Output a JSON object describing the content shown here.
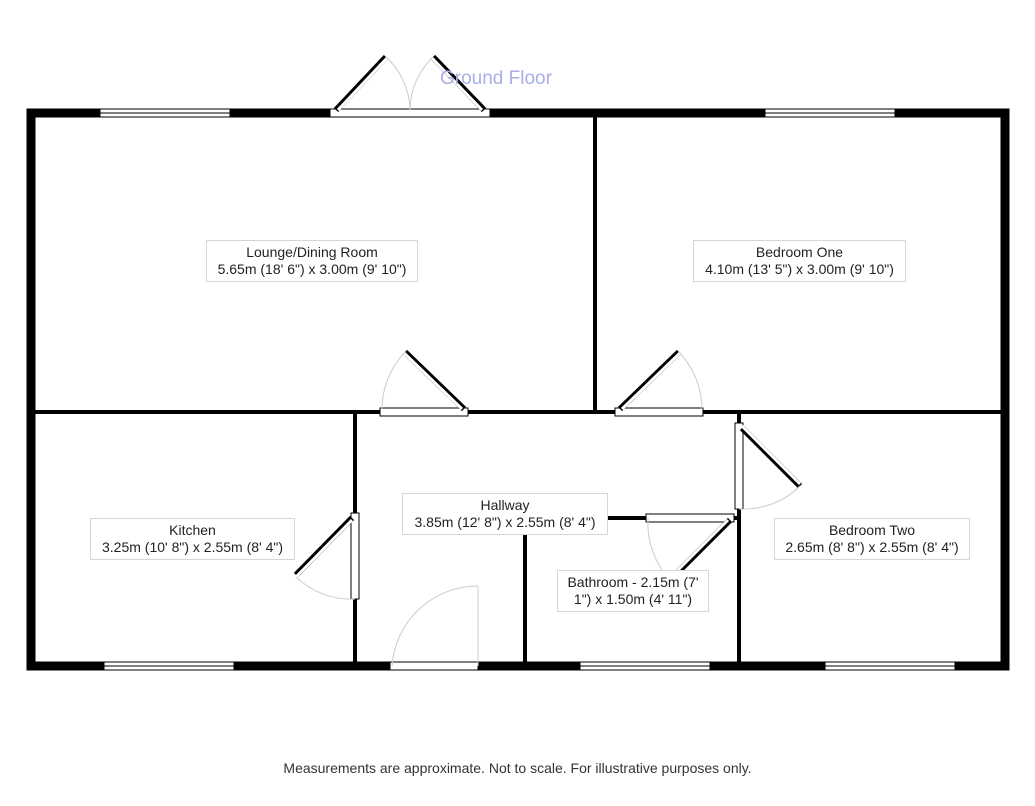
{
  "title": "Ground Floor",
  "rooms": {
    "lounge": {
      "name": "Lounge/Dining Room",
      "size": "5.65m (18' 6\") x 3.00m (9' 10\")"
    },
    "bedroom_one": {
      "name": "Bedroom One",
      "size": "4.10m (13' 5\") x 3.00m (9' 10\")"
    },
    "kitchen": {
      "name": "Kitchen",
      "size": "3.25m (10' 8\") x 2.55m (8' 4\")"
    },
    "hallway": {
      "name": "Hallway",
      "size": "3.85m (12' 8\") x 2.55m (8' 4\")"
    },
    "bathroom": {
      "name": "Bathroom - 2.15m (7'",
      "size": "1\") x 1.50m (4' 11\")"
    },
    "bedroom_two": {
      "name": "Bedroom Two",
      "size": "2.65m (8' 8\") x 2.55m (8' 4\")"
    }
  },
  "footnote": "Measurements are approximate. Not to scale. For illustrative purposes only.",
  "colors": {
    "wall": "#000000",
    "door_swing": "#cccccc",
    "title": "#a9aee6"
  }
}
